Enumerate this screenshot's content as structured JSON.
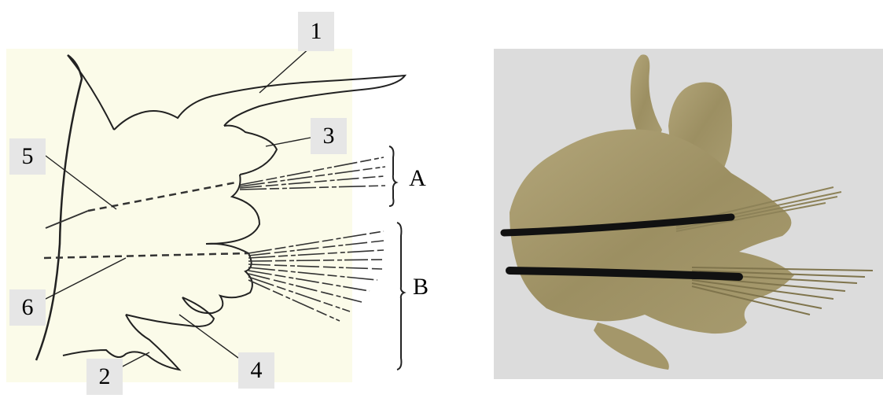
{
  "labels": {
    "n1": "1",
    "n2": "2",
    "n3": "3",
    "n4": "4",
    "n5": "5",
    "n6": "6"
  },
  "groups": {
    "a": "A",
    "b": "B"
  },
  "colors": {
    "drawing_background": "#fbfbe9",
    "photo_background": "#dcdcdc",
    "label_box": "#e6e6e6",
    "specimen_tissue": "#a69a6e",
    "specimen_dark": "#8a7d55",
    "aciculum": "#111111"
  }
}
